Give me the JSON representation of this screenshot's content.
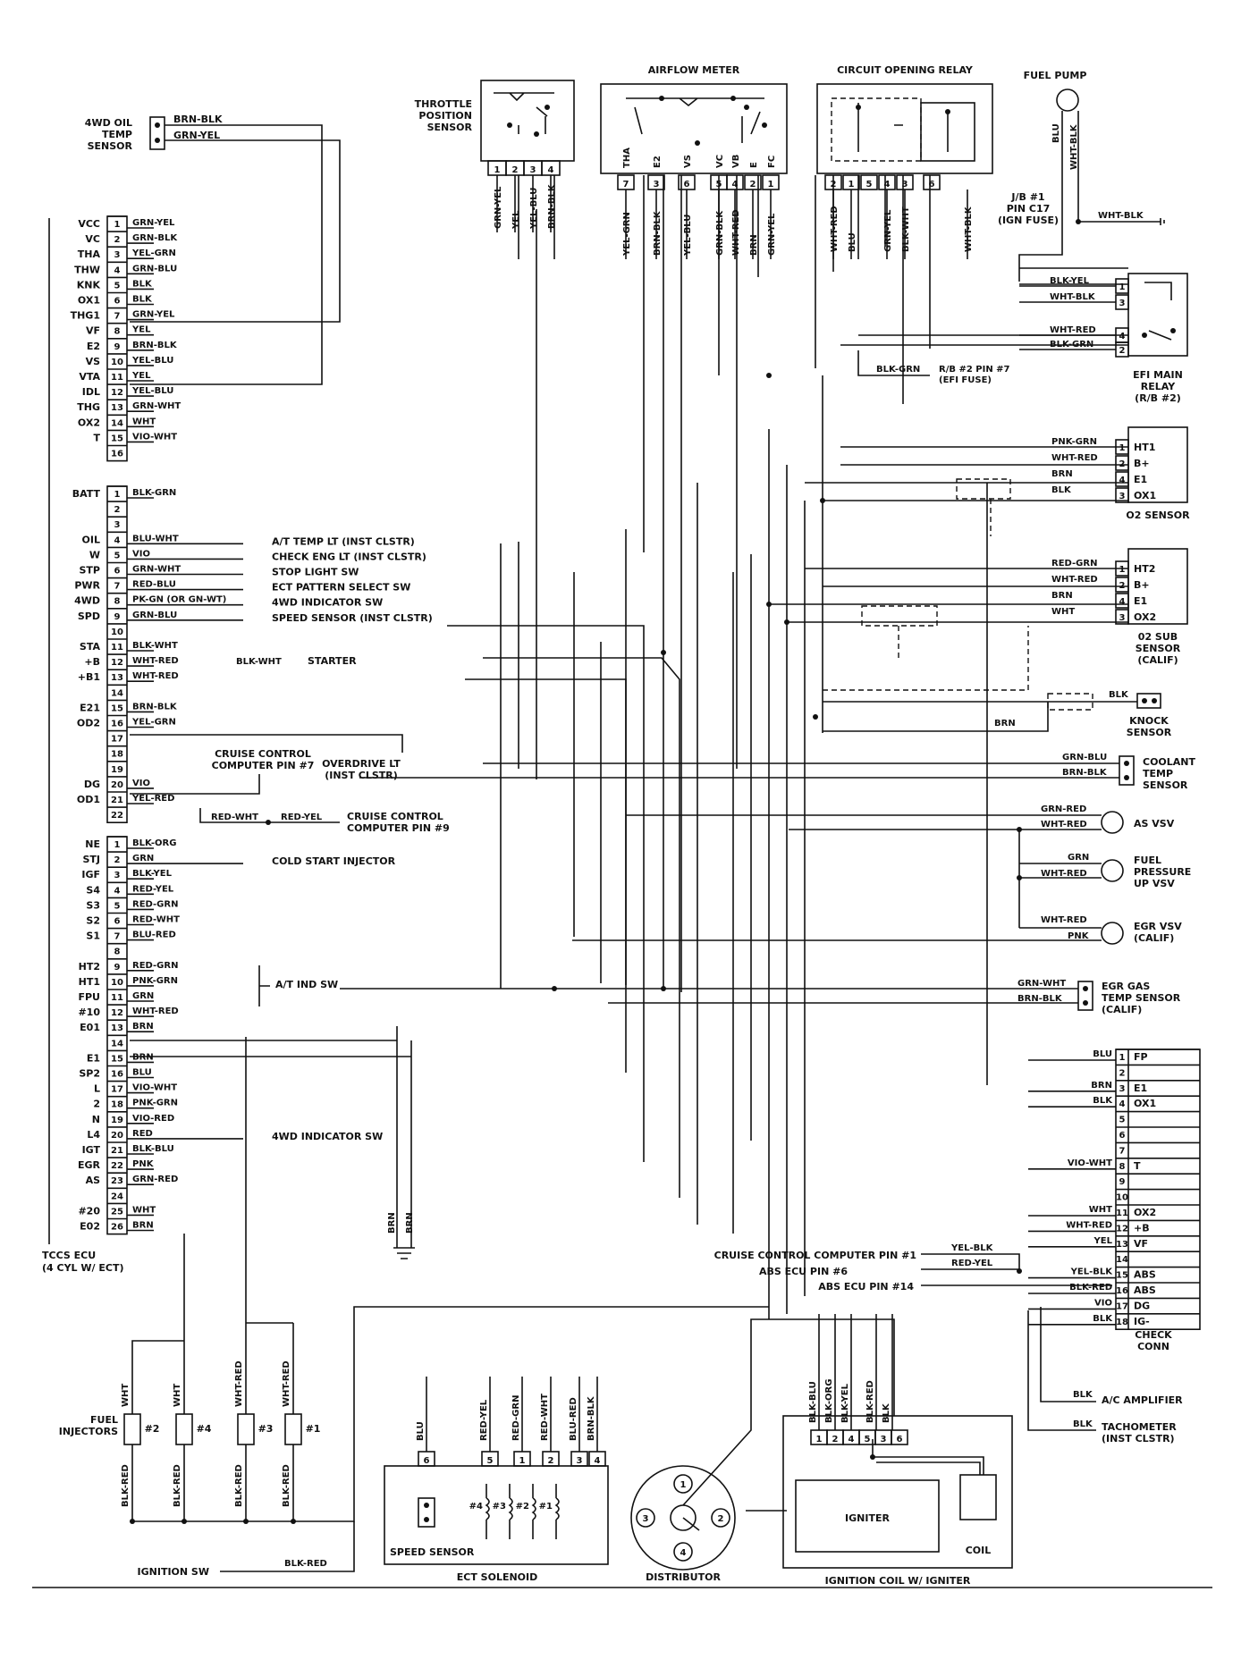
{
  "ecu": {
    "title": "TCCS ECU",
    "subtitle": "(4 CYL W/ ECT)",
    "group_a": [
      {
        "pin": "1",
        "sig": "VCC",
        "wire": "GRN-YEL"
      },
      {
        "pin": "2",
        "sig": "VC",
        "wire": "GRN-BLK"
      },
      {
        "pin": "3",
        "sig": "THA",
        "wire": "YEL-GRN"
      },
      {
        "pin": "4",
        "sig": "THW",
        "wire": "GRN-BLU"
      },
      {
        "pin": "5",
        "sig": "KNK",
        "wire": "BLK"
      },
      {
        "pin": "6",
        "sig": "OX1",
        "wire": "BLK"
      },
      {
        "pin": "7",
        "sig": "THG1",
        "wire": "GRN-YEL"
      },
      {
        "pin": "8",
        "sig": "VF",
        "wire": "YEL"
      },
      {
        "pin": "9",
        "sig": "E2",
        "wire": "BRN-BLK"
      },
      {
        "pin": "10",
        "sig": "VS",
        "wire": "YEL-BLU"
      },
      {
        "pin": "11",
        "sig": "VTA",
        "wire": "YEL"
      },
      {
        "pin": "12",
        "sig": "IDL",
        "wire": "YEL-BLU"
      },
      {
        "pin": "13",
        "sig": "THG",
        "wire": "GRN-WHT"
      },
      {
        "pin": "14",
        "sig": "OX2",
        "wire": "WHT"
      },
      {
        "pin": "15",
        "sig": "T",
        "wire": "VIO-WHT"
      },
      {
        "pin": "16",
        "sig": "",
        "wire": ""
      }
    ],
    "group_b": [
      {
        "pin": "1",
        "sig": "BATT",
        "wire": "BLK-GRN",
        "dest": ""
      },
      {
        "pin": "2",
        "sig": "",
        "wire": "",
        "dest": ""
      },
      {
        "pin": "3",
        "sig": "",
        "wire": "",
        "dest": ""
      },
      {
        "pin": "4",
        "sig": "OIL",
        "wire": "BLU-WHT",
        "dest": "A/T TEMP LT (INST CLSTR)"
      },
      {
        "pin": "5",
        "sig": "W",
        "wire": "VIO",
        "dest": "CHECK ENG LT (INST CLSTR)"
      },
      {
        "pin": "6",
        "sig": "STP",
        "wire": "GRN-WHT",
        "dest": "STOP LIGHT SW"
      },
      {
        "pin": "7",
        "sig": "PWR",
        "wire": "RED-BLU",
        "dest": "ECT PATTERN SELECT SW"
      },
      {
        "pin": "8",
        "sig": "4WD",
        "wire": "PK-GN (OR GN-WT)",
        "dest": "4WD INDICATOR SW"
      },
      {
        "pin": "9",
        "sig": "SPD",
        "wire": "GRN-BLU",
        "dest": "SPEED SENSOR (INST CLSTR)"
      },
      {
        "pin": "10",
        "sig": "",
        "wire": "",
        "dest": ""
      },
      {
        "pin": "11",
        "sig": "STA",
        "wire": "BLK-WHT",
        "dest": ""
      },
      {
        "pin": "12",
        "sig": "+B",
        "wire": "WHT-RED",
        "dest": ""
      },
      {
        "pin": "13",
        "sig": "+B1",
        "wire": "WHT-RED",
        "dest": ""
      },
      {
        "pin": "14",
        "sig": "",
        "wire": "",
        "dest": ""
      },
      {
        "pin": "15",
        "sig": "E21",
        "wire": "BRN-BLK",
        "dest": ""
      },
      {
        "pin": "16",
        "sig": "OD2",
        "wire": "YEL-GRN",
        "dest": ""
      },
      {
        "pin": "17",
        "sig": "",
        "wire": "",
        "dest": ""
      },
      {
        "pin": "18",
        "sig": "",
        "wire": "",
        "dest": ""
      },
      {
        "pin": "19",
        "sig": "",
        "wire": "",
        "dest": ""
      },
      {
        "pin": "20",
        "sig": "DG",
        "wire": "VIO",
        "dest": ""
      },
      {
        "pin": "21",
        "sig": "OD1",
        "wire": "YEL-RED",
        "dest": ""
      },
      {
        "pin": "22",
        "sig": "",
        "wire": "",
        "dest": ""
      }
    ],
    "group_c": [
      {
        "pin": "1",
        "sig": "NE",
        "wire": "BLK-ORG",
        "dest": ""
      },
      {
        "pin": "2",
        "sig": "STJ",
        "wire": "GRN",
        "dest": "COLD START INJECTOR"
      },
      {
        "pin": "3",
        "sig": "IGF",
        "wire": "BLK-YEL",
        "dest": ""
      },
      {
        "pin": "4",
        "sig": "S4",
        "wire": "RED-YEL",
        "dest": ""
      },
      {
        "pin": "5",
        "sig": "S3",
        "wire": "RED-GRN",
        "dest": ""
      },
      {
        "pin": "6",
        "sig": "S2",
        "wire": "RED-WHT",
        "dest": ""
      },
      {
        "pin": "7",
        "sig": "S1",
        "wire": "BLU-RED",
        "dest": ""
      },
      {
        "pin": "8",
        "sig": "",
        "wire": "",
        "dest": ""
      },
      {
        "pin": "9",
        "sig": "HT2",
        "wire": "RED-GRN",
        "dest": ""
      },
      {
        "pin": "10",
        "sig": "HT1",
        "wire": "PNK-GRN",
        "dest": ""
      },
      {
        "pin": "11",
        "sig": "FPU",
        "wire": "GRN",
        "dest": ""
      },
      {
        "pin": "12",
        "sig": "#10",
        "wire": "WHT-RED",
        "dest": ""
      },
      {
        "pin": "13",
        "sig": "E01",
        "wire": "BRN",
        "dest": ""
      },
      {
        "pin": "14",
        "sig": "",
        "wire": "",
        "dest": ""
      },
      {
        "pin": "15",
        "sig": "E1",
        "wire": "BRN",
        "dest": ""
      },
      {
        "pin": "16",
        "sig": "SP2",
        "wire": "BLU",
        "dest": ""
      },
      {
        "pin": "17",
        "sig": "L",
        "wire": "VIO-WHT",
        "dest": ""
      },
      {
        "pin": "18",
        "sig": "2",
        "wire": "PNK-GRN",
        "dest": ""
      },
      {
        "pin": "19",
        "sig": "N",
        "wire": "VIO-RED",
        "dest": ""
      },
      {
        "pin": "20",
        "sig": "L4",
        "wire": "RED",
        "dest": "4WD INDICATOR SW"
      },
      {
        "pin": "21",
        "sig": "IGT",
        "wire": "BLK-BLU",
        "dest": ""
      },
      {
        "pin": "22",
        "sig": "EGR",
        "wire": "PNK",
        "dest": ""
      },
      {
        "pin": "23",
        "sig": "AS",
        "wire": "GRN-RED",
        "dest": ""
      },
      {
        "pin": "24",
        "sig": "",
        "wire": "",
        "dest": ""
      },
      {
        "pin": "25",
        "sig": "#20",
        "wire": "WHT",
        "dest": ""
      },
      {
        "pin": "26",
        "sig": "E02",
        "wire": "BRN",
        "dest": ""
      }
    ],
    "at_ind_sw": "A/T IND SW",
    "starter_wire": "BLK-WHT",
    "starter": "STARTER",
    "overdrive_lt": [
      "OVERDRIVE LT",
      "(INST CLSTR)"
    ],
    "cruise_pin7": [
      "CRUISE CONTROL",
      "COMPUTER PIN #7"
    ],
    "cruise_pin9_wires": [
      "RED-WHT",
      "RED-YEL"
    ],
    "cruise_pin9": [
      "CRUISE CONTROL",
      "COMPUTER PIN #9"
    ],
    "ground_wires": [
      "BRN",
      "BRN"
    ]
  },
  "oil_temp": {
    "label": [
      "4WD OIL",
      "TEMP",
      "SENSOR"
    ],
    "wires": [
      "BRN-BLK",
      "GRN-YEL"
    ]
  },
  "tps": {
    "label": [
      "THROTTLE",
      "POSITION",
      "SENSOR"
    ],
    "pins": [
      "1",
      "2",
      "3",
      "4"
    ],
    "wires": [
      "GRN-YEL",
      "YEL",
      "YEL-BLU",
      "BRN-BLK"
    ]
  },
  "afm": {
    "label": "AIRFLOW METER",
    "terms": [
      "THA",
      "E2",
      "VS",
      "VC",
      "VB",
      "E",
      "FC"
    ],
    "pins": [
      "7",
      "3",
      "6",
      "5",
      "4",
      "2",
      "1"
    ],
    "wires": [
      "YEL-GRN",
      "BRN-BLK",
      "YEL-BLU",
      "GRN-BLK",
      "WHT-RED",
      "BRN",
      "GRN-YEL"
    ]
  },
  "cor": {
    "label": "CIRCUIT OPENING RELAY",
    "pins": [
      "2",
      "1",
      "5",
      "4",
      "3",
      "6"
    ],
    "wires": [
      "WHT-RED",
      "BLU",
      "GRN-YEL",
      "BLK-WHT",
      "WHT-BLK"
    ]
  },
  "fuel_pump": {
    "label": "FUEL PUMP",
    "wires": [
      "BLU",
      "WHT-BLK"
    ],
    "ground_wire": "WHT-BLK",
    "jb": [
      "J/B #1",
      "PIN C17",
      "(IGN FUSE)"
    ]
  },
  "efi_relay": {
    "label": [
      "EFI MAIN",
      "RELAY",
      "(R/B #2)"
    ],
    "pins": [
      "1",
      "3",
      "4",
      "2"
    ],
    "wires": [
      "BLK-YEL",
      "WHT-BLK",
      "WHT-RED",
      "BLK-GRN"
    ],
    "fuse_wire": "BLK-GRN",
    "fuse": [
      "R/B #2 PIN #7",
      "(EFI FUSE)"
    ]
  },
  "o2": {
    "label": "O2 SENSOR",
    "pins": [
      "1",
      "2",
      "4",
      "3"
    ],
    "terms": [
      "HT1",
      "B+",
      "E1",
      "OX1"
    ],
    "wires": [
      "PNK-GRN",
      "WHT-RED",
      "BRN",
      "BLK"
    ]
  },
  "o2sub": {
    "label": [
      "02 SUB",
      "SENSOR",
      "(CALIF)"
    ],
    "pins": [
      "1",
      "2",
      "4",
      "3"
    ],
    "terms": [
      "HT2",
      "B+",
      "E1",
      "OX2"
    ],
    "wires": [
      "RED-GRN",
      "WHT-RED",
      "BRN",
      "WHT"
    ]
  },
  "knock": {
    "label": [
      "KNOCK",
      "SENSOR"
    ],
    "wires": [
      "BLK",
      "BRN"
    ]
  },
  "coolant": {
    "label": [
      "COOLANT",
      "TEMP",
      "SENSOR"
    ],
    "wires": [
      "GRN-BLU",
      "BRN-BLK"
    ]
  },
  "as_vsv": {
    "label": "AS VSV",
    "wires": [
      "GRN-RED",
      "WHT-RED"
    ]
  },
  "fp_vsv": {
    "label": [
      "FUEL",
      "PRESSURE",
      "UP VSV"
    ],
    "wires": [
      "GRN",
      "WHT-RED"
    ]
  },
  "egr_vsv": {
    "label": [
      "EGR VSV",
      "(CALIF)"
    ],
    "wires": [
      "WHT-RED",
      "PNK"
    ]
  },
  "egr_temp": {
    "label": [
      "EGR GAS",
      "TEMP SENSOR",
      "(CALIF)"
    ],
    "wires": [
      "GRN-WHT",
      "BRN-BLK"
    ]
  },
  "check_conn": {
    "label": [
      "CHECK",
      "CONN"
    ],
    "rows": [
      {
        "pin": "1",
        "term": "FP",
        "wire": "BLU"
      },
      {
        "pin": "2",
        "term": "",
        "wire": ""
      },
      {
        "pin": "3",
        "term": "E1",
        "wire": "BRN"
      },
      {
        "pin": "4",
        "term": "OX1",
        "wire": "BLK"
      },
      {
        "pin": "5",
        "term": "",
        "wire": ""
      },
      {
        "pin": "6",
        "term": "",
        "wire": ""
      },
      {
        "pin": "7",
        "term": "",
        "wire": ""
      },
      {
        "pin": "8",
        "term": "T",
        "wire": "VIO-WHT"
      },
      {
        "pin": "9",
        "term": "",
        "wire": ""
      },
      {
        "pin": "10",
        "term": "",
        "wire": ""
      },
      {
        "pin": "11",
        "term": "OX2",
        "wire": "WHT"
      },
      {
        "pin": "12",
        "term": "+B",
        "wire": "WHT-RED"
      },
      {
        "pin": "13",
        "term": "VF",
        "wire": "YEL"
      },
      {
        "pin": "14",
        "term": "",
        "wire": ""
      },
      {
        "pin": "15",
        "term": "ABS",
        "wire": "YEL-BLK"
      },
      {
        "pin": "16",
        "term": "ABS",
        "wire": "BLK-RED"
      },
      {
        "pin": "17",
        "term": "DG",
        "wire": "VIO"
      },
      {
        "pin": "18",
        "term": "IG-",
        "wire": "BLK"
      }
    ],
    "cruise1": "CRUISE CONTROL COMPUTER PIN #1",
    "cruise1_wire": "YEL-BLK",
    "abs6": "ABS ECU PIN #6",
    "abs6_wire": "RED-YEL",
    "abs14": "ABS ECU PIN #14"
  },
  "ac_amp": {
    "label": "A/C AMPLIFIER",
    "wire": "BLK"
  },
  "tach": {
    "label": [
      "TACHOMETER",
      "(INST CLSTR)"
    ],
    "wire": "BLK"
  },
  "injectors": {
    "label": [
      "FUEL",
      "INJECTORS"
    ],
    "ids": [
      "#2",
      "#4",
      "#3",
      "#1"
    ],
    "top_wires": [
      "WHT",
      "WHT",
      "WHT-RED",
      "WHT-RED"
    ],
    "bottom_wires": [
      "BLK-RED",
      "BLK-RED",
      "BLK-RED",
      "BLK-RED"
    ],
    "ign_sw": "IGNITION SW",
    "ign_wire": "BLK-RED"
  },
  "ect": {
    "label": "ECT SOLENOID",
    "speed": "SPEED SENSOR",
    "pins": [
      "6",
      "5",
      "1",
      "2",
      "3",
      "4"
    ],
    "wires": [
      "BLU",
      "RED-YEL",
      "RED-GRN",
      "RED-WHT",
      "BLU-RED",
      "BRN-BLK"
    ],
    "coils": [
      "#4",
      "#3",
      "#2",
      "#1"
    ]
  },
  "distributor": {
    "label": "DISTRIBUTOR",
    "nums": [
      "1",
      "2",
      "3",
      "4"
    ]
  },
  "igniter": {
    "label": "IGNITION COIL W/ IGNITER",
    "box": "IGNITER",
    "coil": "COIL",
    "pins": [
      "1",
      "2",
      "4",
      "5",
      "3",
      "6"
    ],
    "wires": [
      "BLK-BLU",
      "BLK-ORG",
      "BLK-YEL",
      "BLK-RED",
      "BLK"
    ]
  }
}
